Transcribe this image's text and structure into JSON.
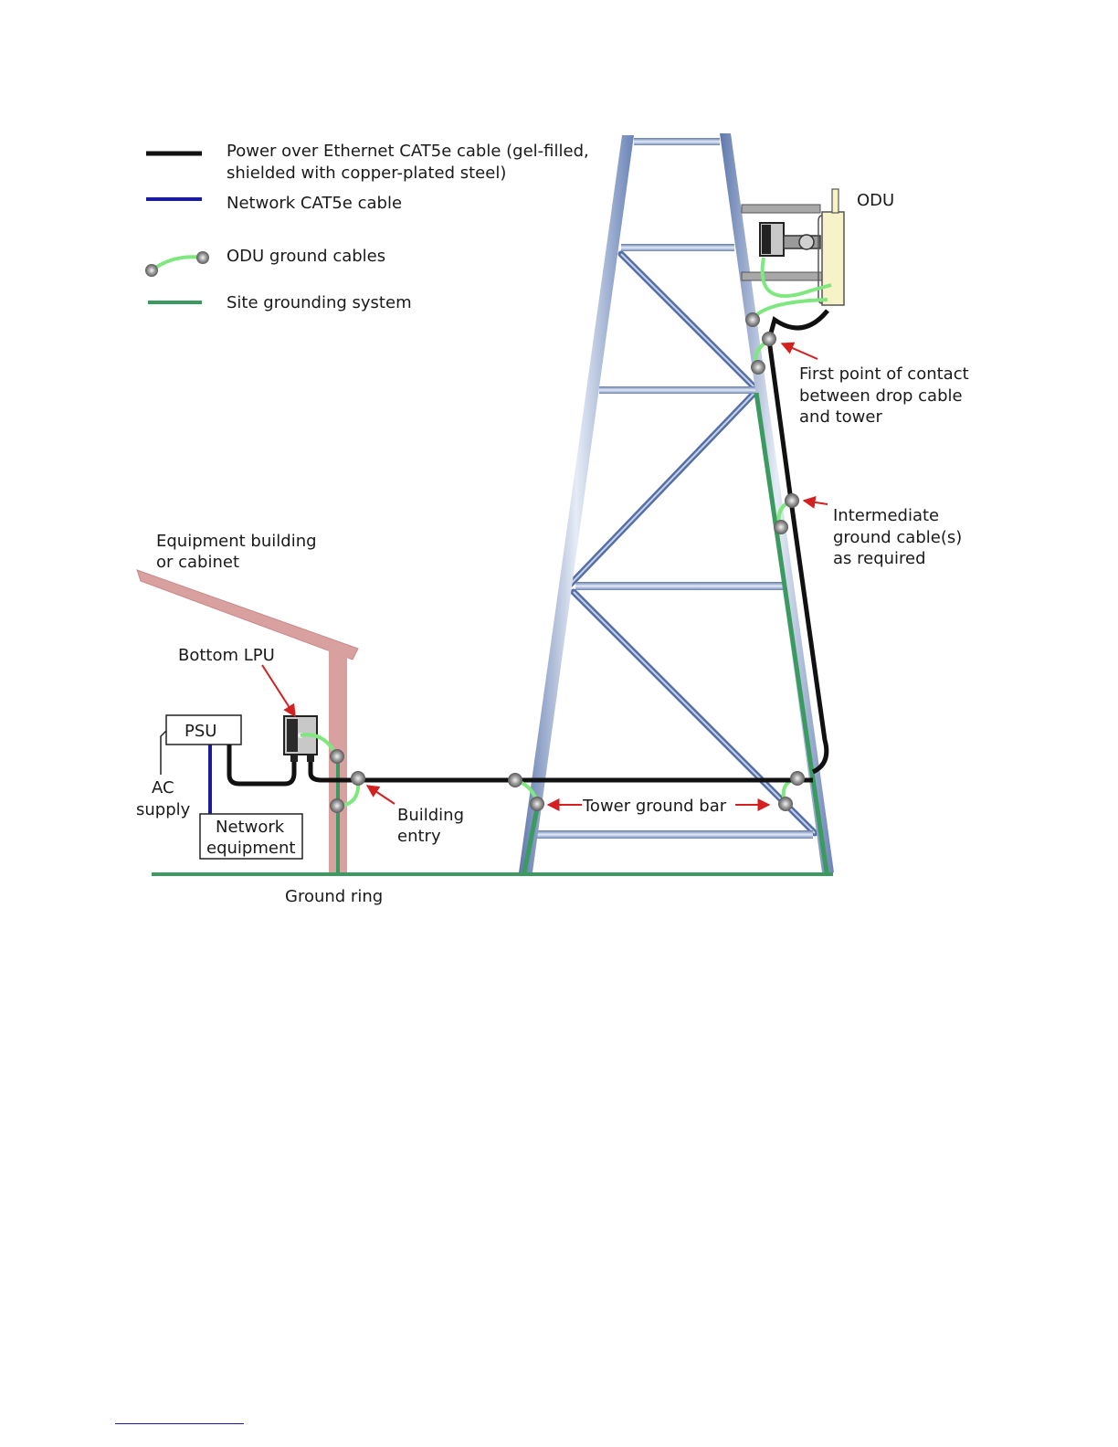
{
  "legend": {
    "poe_cable": [
      "Power over Ethernet CAT5e cable (gel-filled,",
      "shielded with copper-plated steel)"
    ],
    "network_cable": "Network CAT5e cable",
    "odu_ground_cables": "ODU ground cables",
    "site_grounding": "Site grounding system"
  },
  "labels": {
    "odu": "ODU",
    "first_contact": [
      "First point of contact",
      "between drop cable",
      "and tower"
    ],
    "intermediate_ground": [
      "Intermediate",
      "ground cable(s)",
      "as required"
    ],
    "equipment_building": [
      "Equipment building",
      "or cabinet"
    ],
    "bottom_lpu": "Bottom LPU",
    "psu": "PSU",
    "ac_supply": [
      "AC",
      "supply"
    ],
    "network_equipment": [
      "Network",
      "equipment"
    ],
    "building_entry": [
      "Building",
      "entry"
    ],
    "tower_ground_bar": "Tower ground bar",
    "ground_ring": "Ground ring"
  },
  "colors": {
    "poe": "#111111",
    "network": "#1a1aa0",
    "odu_ground": "#7ee87e",
    "site_ground": "#3a9a60",
    "arrow": "#d42020",
    "building": "#d9a0a0",
    "tower_steel": "#6f88b8",
    "odu_panel": "#f7f2c8"
  }
}
